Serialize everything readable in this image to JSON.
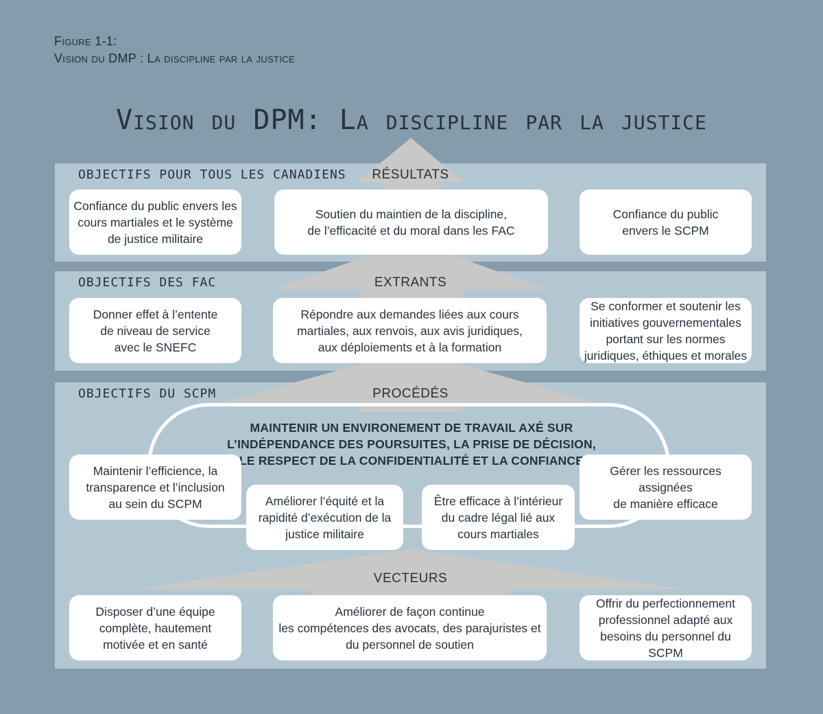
{
  "caption": {
    "line1": "Figure 1-1:",
    "line2": "Vision du DMP : La discipline par la justice"
  },
  "title": "Vision du DPM: La discipline par la justice",
  "bands": {
    "canadiens": {
      "label": "OBJECTIFS POUR TOUS LES CANADIENS",
      "stage": "RÉSULTATS",
      "boxes": [
        "Confiance du public envers les\ncours martiales et le système\nde justice militaire",
        "Soutien du maintien de la discipline,\nde l’efficacité et du moral dans les FAC",
        "Confiance du public\nenvers le SCPM"
      ]
    },
    "fac": {
      "label": "OBJECTIFS DES FAC",
      "stage": "EXTRANTS",
      "boxes": [
        "Donner effet à l’entente\nde niveau de service\navec le SNEFC",
        "Répondre aux demandes liées aux cours\nmartiales, aux renvois, aux avis juridiques,\naux déploiements et à la formation",
        "Se conformer et soutenir les\ninitiatives gouvernementales\nportant sur les normes\njuridiques, éthiques et morales"
      ]
    },
    "scpm": {
      "label": "OBJECTIFS DU SCPM",
      "stage": "PROCÉDÉS",
      "center_text": "MAINTENIR UN ENVIRONEMENT DE TRAVAIL AXÉ SUR\nL’INDÉPENDANCE DES POURSUITES, LA PRISE DE DÉCISION,\nLE RESPECT DE LA CONFIDENTIALITÉ ET LA CONFIANCE",
      "boxes": [
        "Maintenir l’efficience, la\ntransparence et l’inclusion\nau sein du SCPM",
        "Améliorer l’équité et la\nrapidité d’exécution de la\njustice militaire",
        "Être efficace à l’intérieur\ndu cadre légal lié aux\ncours martiales",
        "Gérer les ressources assignées\nde manière efficace"
      ],
      "vector_stage": "VECTEURS",
      "vector_boxes": [
        "Disposer d’une équipe\ncomplète, hautement\nmotivée et en santé",
        "Améliorer de façon continue\nles compétences des avocats, des parajuristes et\ndu personnel de soutien",
        "Offrir du perfectionnement\nprofessionnel adapté aux\nbesoins du personnel du SCPM"
      ]
    }
  },
  "colors": {
    "background": "#849cab",
    "band": "#b3c7d3",
    "arrow": "#c8c8c6",
    "box": "#ffffff",
    "text": "#26323e"
  }
}
